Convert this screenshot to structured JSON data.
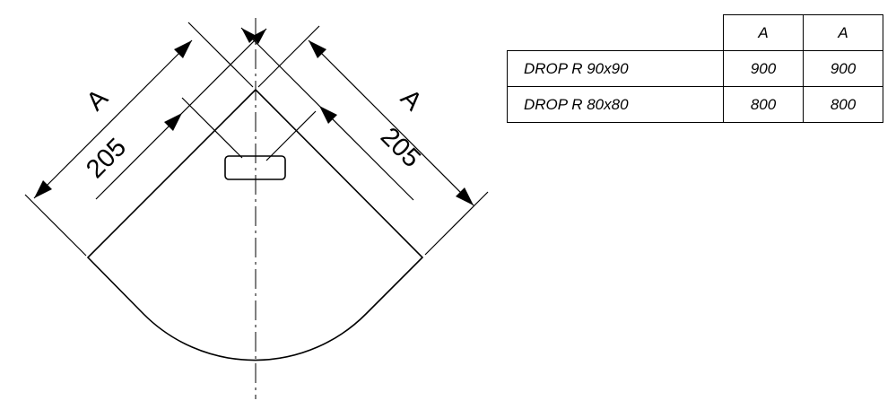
{
  "diagram": {
    "dimension_labels": {
      "left_outer": "A",
      "left_inner": "205",
      "right_outer": "A",
      "right_inner": "205"
    }
  },
  "table": {
    "headers": [
      "A",
      "A"
    ],
    "rows": [
      {
        "name": "DROP R 90x90",
        "values": [
          "900",
          "900"
        ]
      },
      {
        "name": "DROP R 80x80",
        "values": [
          "800",
          "800"
        ]
      }
    ]
  }
}
